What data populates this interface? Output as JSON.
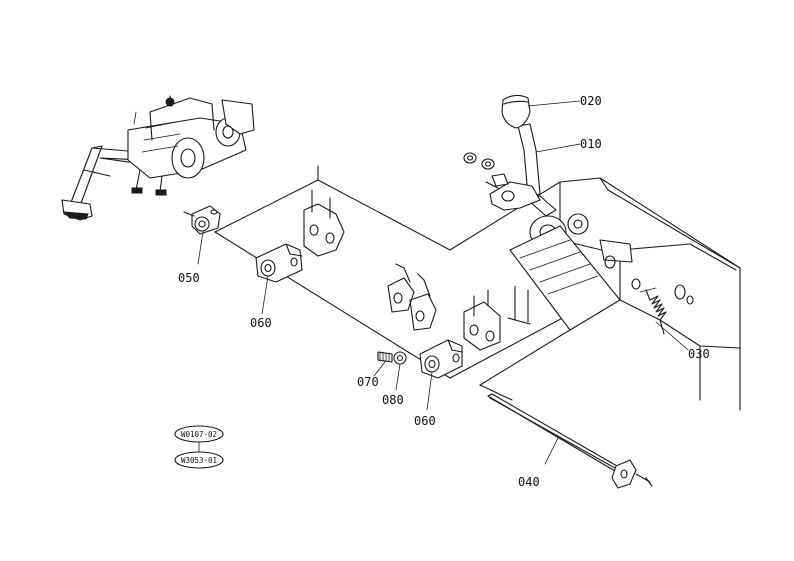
{
  "parts": {
    "p010": "010",
    "p020": "020",
    "p030": "030",
    "p040": "040",
    "p050": "050",
    "p060a": "060",
    "p060b": "060",
    "p070": "070",
    "p080": "080"
  },
  "references": {
    "ref1": "W0107-02",
    "ref2": "W3053-01"
  }
}
